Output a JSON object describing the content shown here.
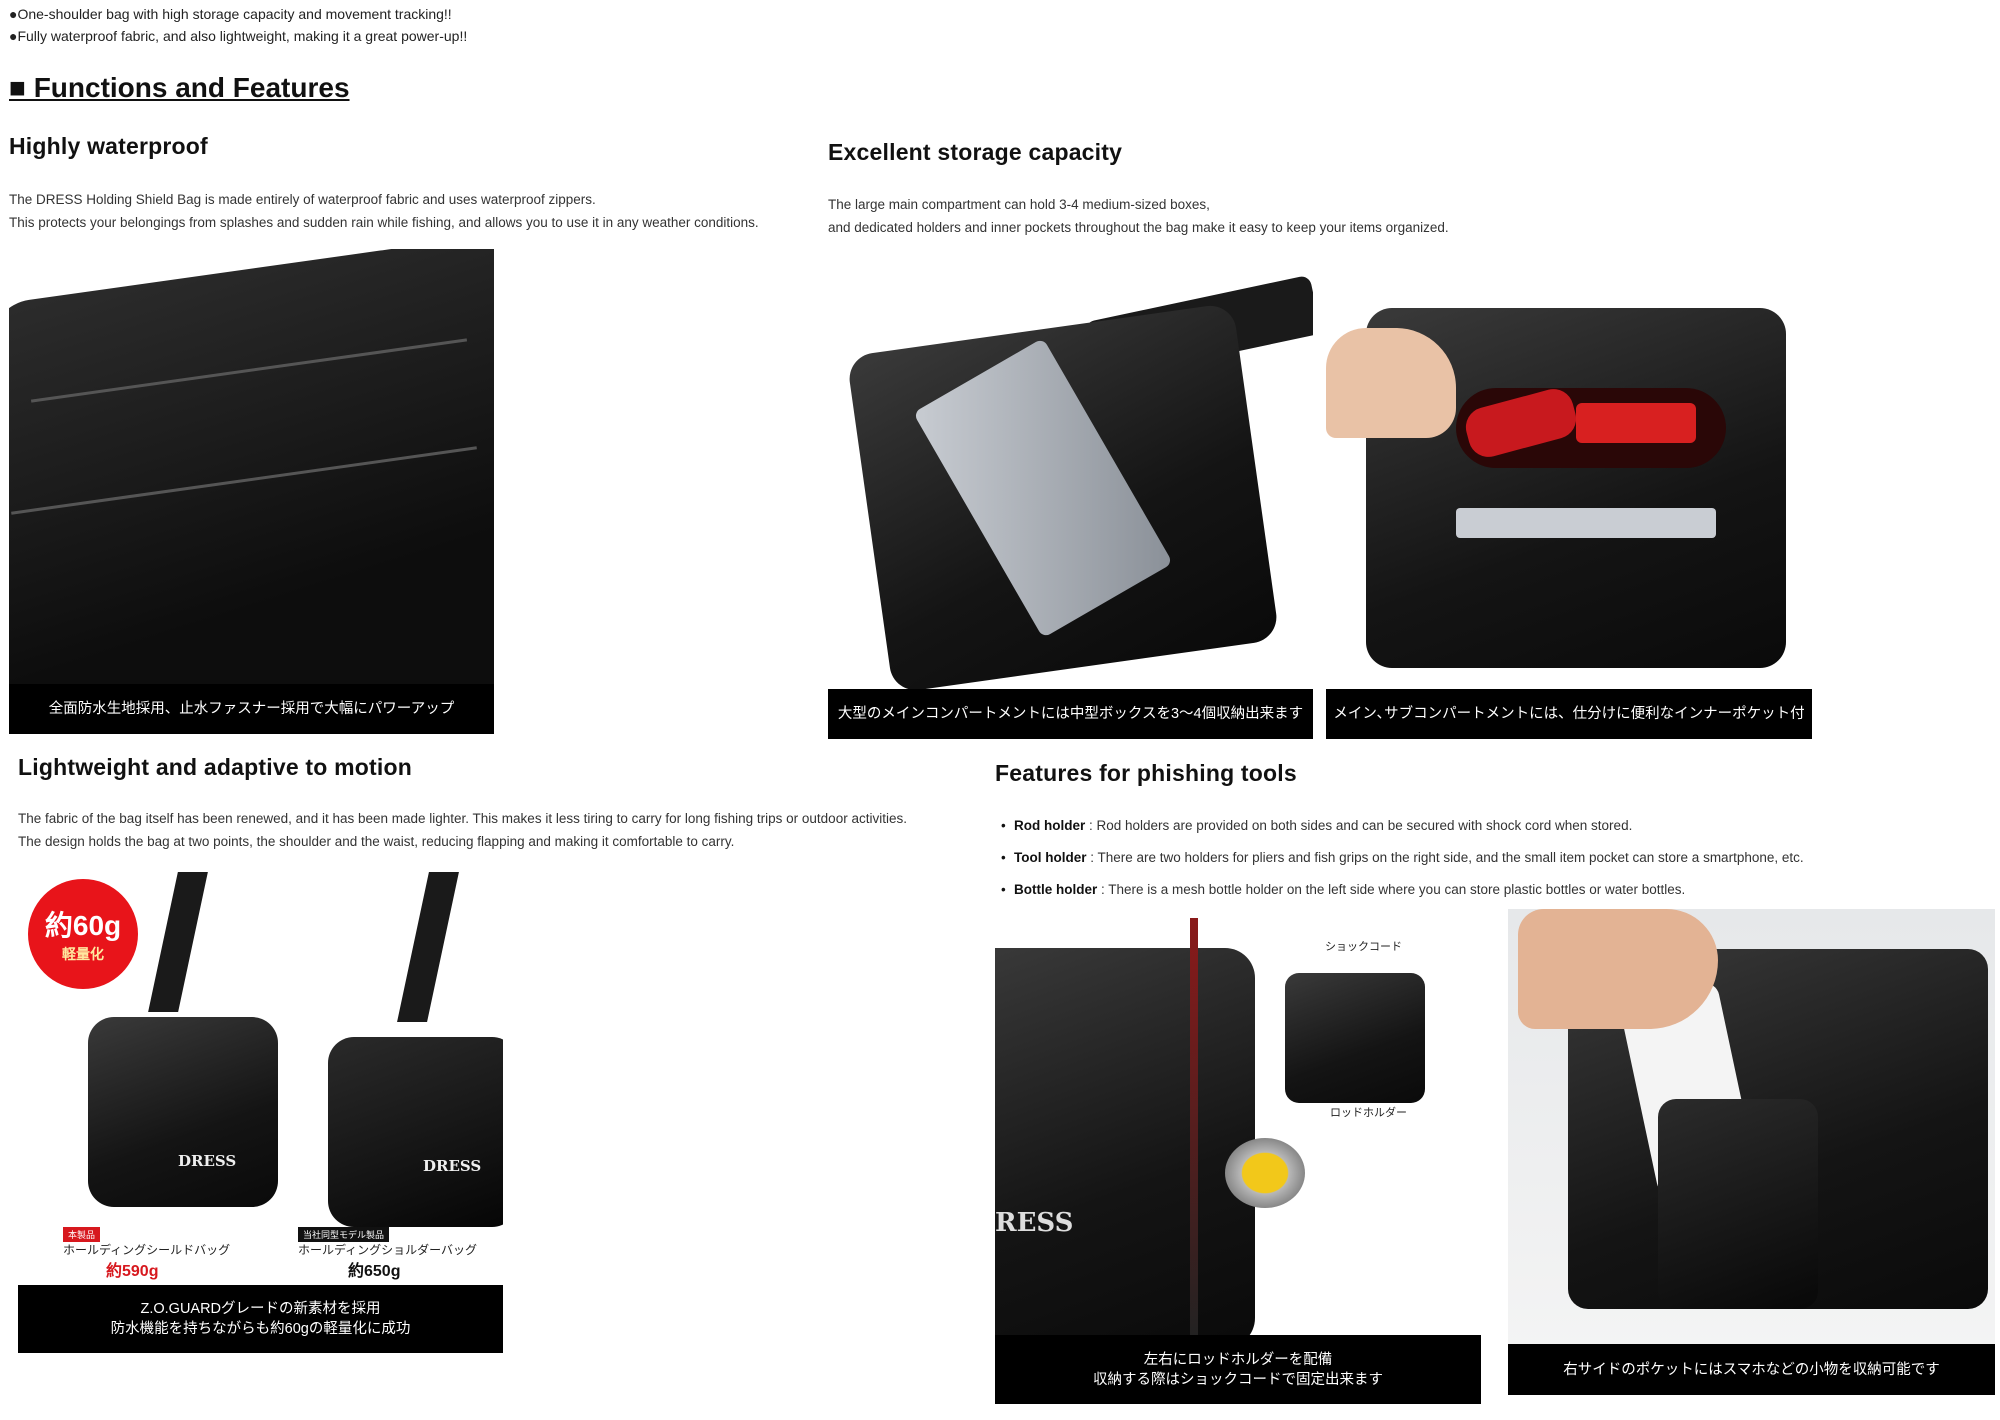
{
  "intro": {
    "bullets": [
      "●One-shoulder bag with high storage capacity and movement tracking!!",
      "●Fully waterproof fabric, and also lightweight, making it a great power-up!!"
    ]
  },
  "section_title": "■ Functions and Features",
  "waterproof": {
    "title": "Highly waterproof",
    "lines": [
      "The DRESS Holding Shield Bag is made entirely of waterproof fabric and uses waterproof zippers.",
      "This protects your belongings from splashes and sudden rain while fishing, and allows you to use it in any weather conditions."
    ],
    "image_caption": "全面防水生地採用、止水ファスナー採用で大幅にパワーアップ"
  },
  "storage": {
    "title": "Excellent storage capacity",
    "lines": [
      "The large main compartment can hold 3-4 medium-sized boxes,",
      "and dedicated holders and inner pockets throughout the bag make it easy to keep your items organized."
    ],
    "image_captions": [
      "大型のメインコンパートメントには中型ボックスを3～4個収納出来ます",
      "メイン､サブコンパートメントには、仕分けに便利なインナーポケット付"
    ]
  },
  "lightweight": {
    "title": "Lightweight and adaptive to motion",
    "lines": [
      "The fabric of the bag itself has been renewed, and it has been made lighter. This makes it less tiring to carry for long fishing trips or outdoor activities.",
      "The design holds the bag at two points, the shoulder and the waist, reducing flapping and making it comfortable to carry."
    ],
    "badge": {
      "top": "約60g",
      "bottom": "軽量化"
    },
    "products": [
      {
        "tag": "本製品",
        "name": "ホールディングシールドバッグ",
        "weight": "約590g"
      },
      {
        "tag": "当社同型モデル製品",
        "name": "ホールディングショルダーバッグ",
        "weight": "約650g"
      }
    ],
    "caption_lines": [
      "Z.O.GUARDグレードの新素材を採用",
      "防水機能を持ちながらも約60gの軽量化に成功"
    ]
  },
  "tools": {
    "title": "Features for phishing tools",
    "items": [
      {
        "label": "Rod holder",
        "text": " : Rod holders are provided on both sides and can be secured with shock cord when stored."
      },
      {
        "label": "Tool holder",
        "text": " : There are two holders for pliers and fish grips on the right side, and the small item pocket can store a smartphone, etc."
      },
      {
        "label": "Bottle holder",
        "text": " : There is a mesh bottle holder on the left side where you can store plastic bottles or water bottles."
      }
    ],
    "diagram_labels": {
      "shock_cord": "ショックコード",
      "rod_holder": "ロッドホルダー"
    },
    "rod_caption_lines": [
      "左右にロッドホルダーを配備",
      "収納する際はショックコードで固定出来ます"
    ],
    "pocket_caption": "右サイドのポケットにはスマホなどの小物を収納可能です"
  },
  "colors": {
    "caption_bg": "#000000",
    "badge_red": "#e8141a",
    "text": "#111111"
  }
}
